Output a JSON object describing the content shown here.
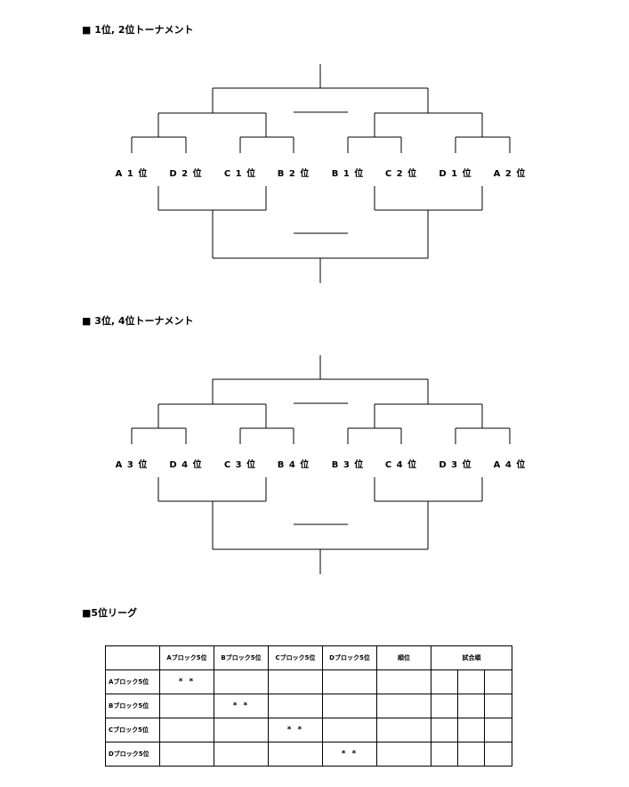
{
  "section1": {
    "heading": "■ 1位, 2位トーナメント",
    "teams": [
      "A 1 位",
      "D 2 位",
      "C 1 位",
      "B 2 位",
      "B 1 位",
      "C 2 位",
      "D 1 位",
      "A 2 位"
    ]
  },
  "section2": {
    "heading": "■ 3位, 4位トーナメント",
    "teams": [
      "A 3 位",
      "D 4 位",
      "C 3 位",
      "B 4 位",
      "B 3 位",
      "C 4 位",
      "D 3 位",
      "A 4 位"
    ]
  },
  "section3": {
    "heading": "■5位リーグ",
    "columns": [
      "",
      "Aブロック5位",
      "Bブロック5位",
      "Cブロック5位",
      "Dブロック5位",
      "順位",
      "試合順"
    ],
    "rows": [
      {
        "label": "Aブロック5位",
        "cells": [
          "* *",
          "",
          "",
          "",
          "",
          "",
          "",
          ""
        ]
      },
      {
        "label": "Bブロック5位",
        "cells": [
          "",
          "* *",
          "",
          "",
          "",
          "",
          "",
          ""
        ]
      },
      {
        "label": "Cブロック5位",
        "cells": [
          "",
          "",
          "* *",
          "",
          "",
          "",
          "",
          ""
        ]
      },
      {
        "label": "Dブロック5位",
        "cells": [
          "",
          "",
          "",
          "* *",
          "",
          "",
          "",
          ""
        ]
      }
    ]
  }
}
